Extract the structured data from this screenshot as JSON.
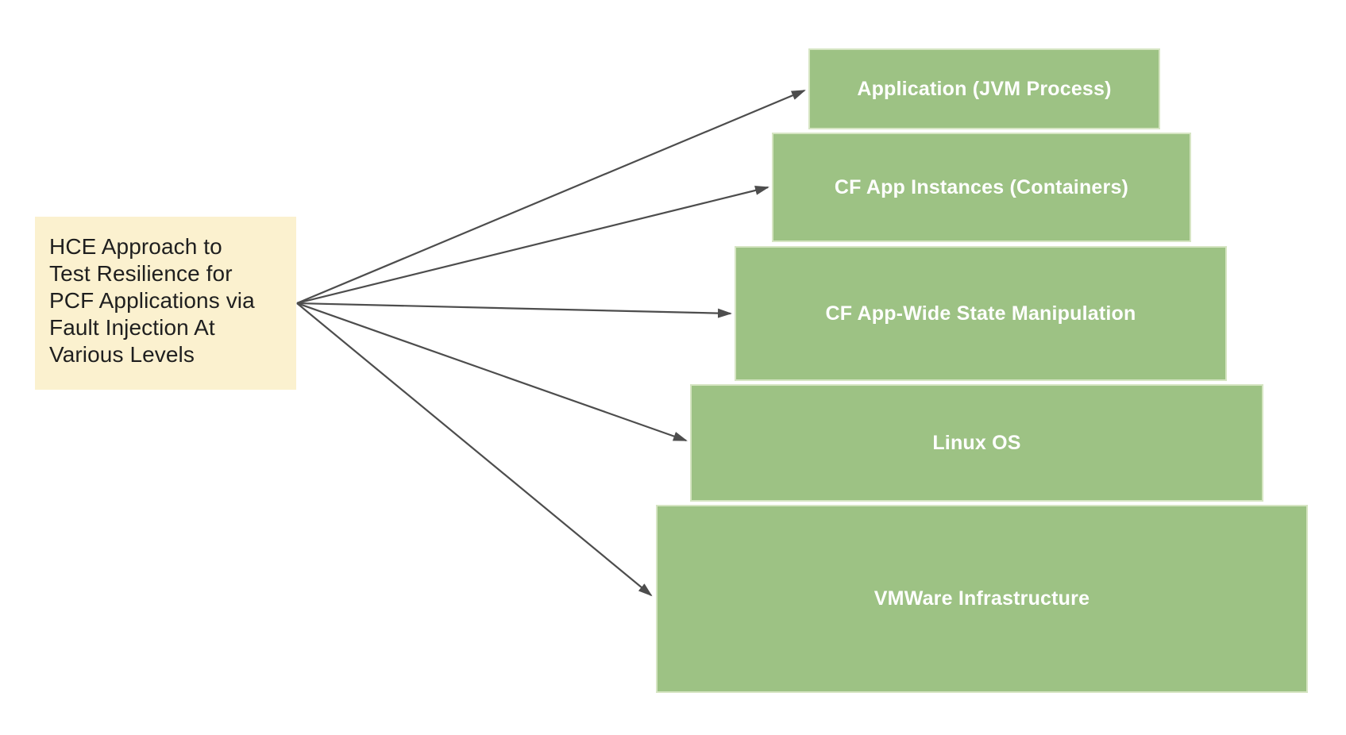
{
  "diagram": {
    "note": {
      "full_text": "HCE Approach to Test Resilience for PCF Applications via Fault Injection At Various Levels",
      "lines": [
        "HCE Approach to",
        "Test Resilience for",
        "PCF Applications via",
        "Fault Injection At",
        "Various Levels"
      ]
    },
    "levels": [
      {
        "label": "Application (JVM Process)"
      },
      {
        "label": "CF App Instances (Containers)"
      },
      {
        "label": "CF App-Wide State Manipulation"
      },
      {
        "label": "Linux OS"
      },
      {
        "label": "VMWare Infrastructure"
      }
    ],
    "colors": {
      "canvas_bg": "#FFFFFF",
      "note_bg": "#FBF1CF",
      "note_text": "#1F1F1F",
      "level_bg": "#9DC284",
      "level_border": "#D6E5C3",
      "level_text": "#FFFFFF",
      "arrow": "#4D4D4D"
    }
  }
}
